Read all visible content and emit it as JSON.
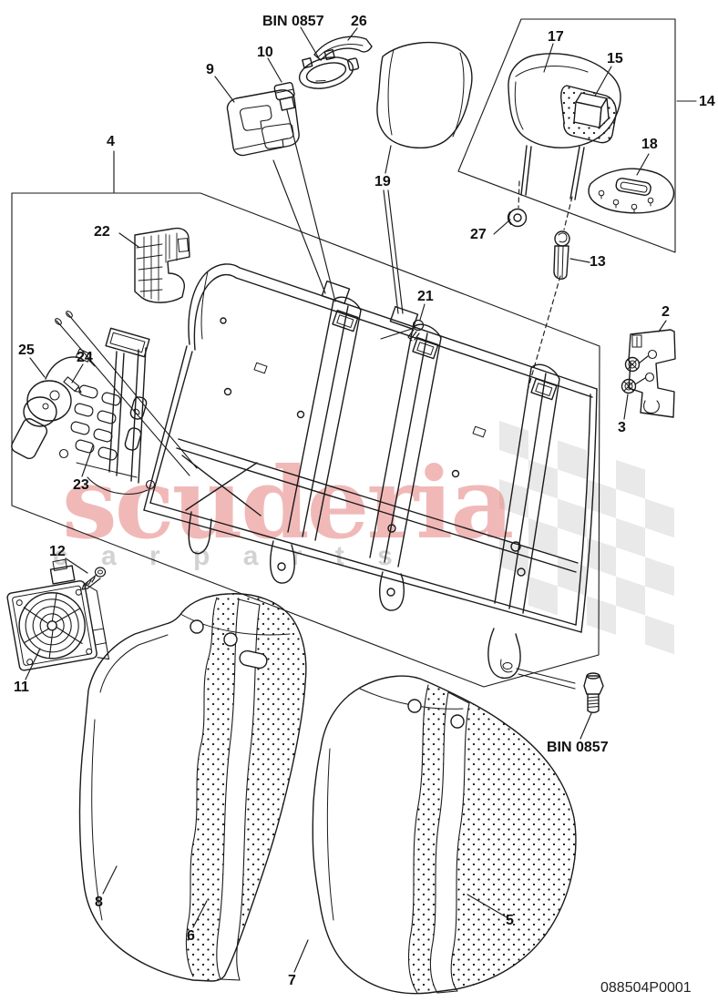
{
  "diagram": {
    "footer_part_number": "088504P0001",
    "bin_label_top": "BIN 0857",
    "bin_label_bottom": "BIN 0857",
    "callouts": {
      "c2": "2",
      "c3": "3",
      "c4": "4",
      "c5": "5",
      "c6": "6",
      "c7": "7",
      "c8": "8",
      "c9": "9",
      "c10": "10",
      "c11": "11",
      "c12": "12",
      "c13": "13",
      "c14": "14",
      "c15": "15",
      "c17": "17",
      "c18": "18",
      "c19": "19",
      "c21": "21",
      "c22": "22",
      "c23": "23",
      "c24": "24",
      "c25": "25",
      "c26": "26",
      "c27": "27"
    },
    "watermark": {
      "brand": "scuderia",
      "tagline": "c a r   p a r t s",
      "brand_color": "#e4807f",
      "tagline_color": "#d2d2d2"
    },
    "colors": {
      "line": "#1a1a1a",
      "background": "#ffffff"
    }
  }
}
